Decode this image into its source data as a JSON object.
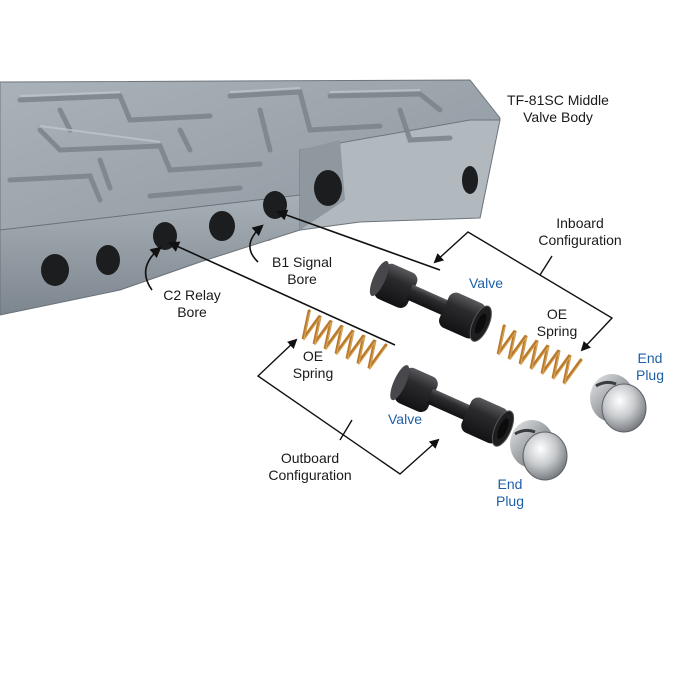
{
  "title": {
    "line1": "TF-81SC Middle",
    "line2": "Valve Body"
  },
  "labels": {
    "b1_bore": {
      "line1": "B1 Signal",
      "line2": "Bore"
    },
    "c2_bore": {
      "line1": "C2 Relay",
      "line2": "Bore"
    },
    "inboard": {
      "line1": "Inboard",
      "line2": "Configuration"
    },
    "outboard": {
      "line1": "Outboard",
      "line2": "Configuration"
    },
    "inboard_valve": "Valve",
    "outboard_valve": "Valve",
    "inboard_spring": {
      "line1": "OE",
      "line2": "Spring"
    },
    "outboard_spring": {
      "line1": "OE",
      "line2": "Spring"
    },
    "inboard_plug": {
      "line1": "End",
      "line2": "Plug"
    },
    "outboard_plug": {
      "line1": "End",
      "line2": "Plug"
    }
  },
  "colors": {
    "callout_blue": "#1f5fa8",
    "text": "#1a1a1a",
    "casting": "#9aa3ab",
    "spring": "#b97a2c",
    "valve": "#2a2a2c",
    "plug": "#c9ccd0"
  }
}
